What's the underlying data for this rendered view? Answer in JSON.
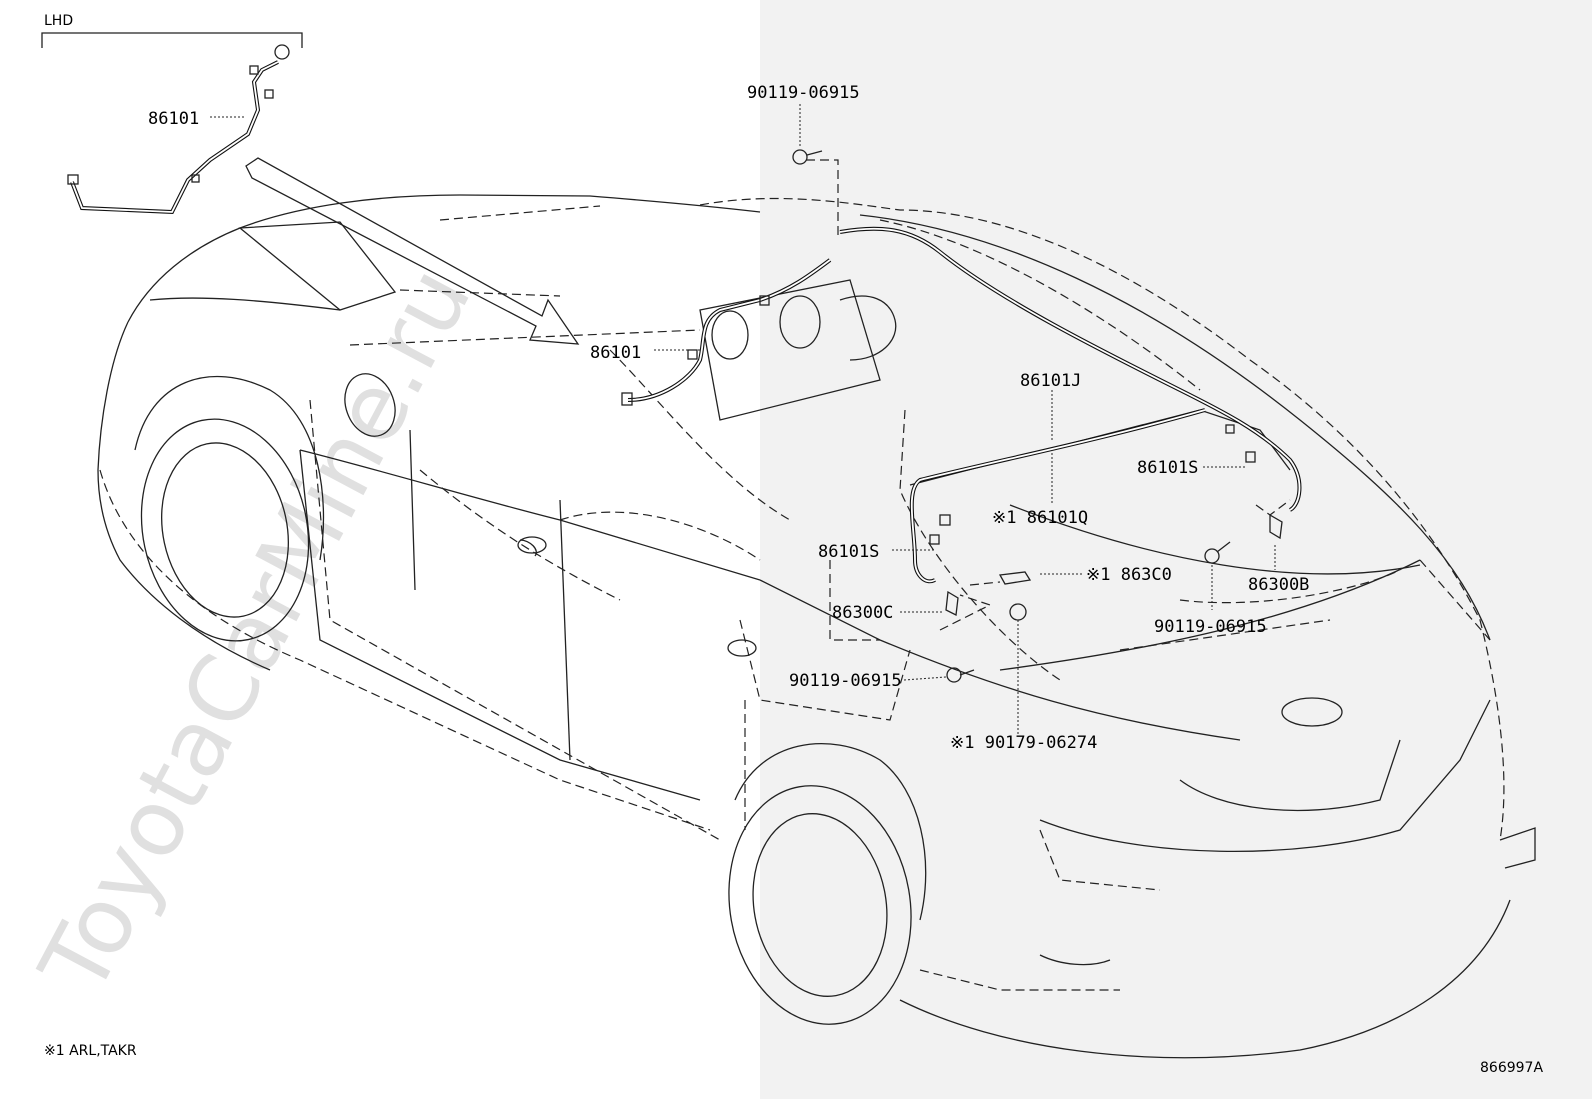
{
  "diagram": {
    "variant_label": "LHD",
    "watermark": "ToyotaCarMine.ru",
    "footnote": "※1 ARL,TAKR",
    "figure_id": "866997A",
    "callouts": [
      {
        "id": "c1",
        "text": "86101"
      },
      {
        "id": "c2",
        "text": "90119-06915"
      },
      {
        "id": "c3",
        "text": "86101"
      },
      {
        "id": "c4",
        "text": "86101J"
      },
      {
        "id": "c5",
        "text": "86101S"
      },
      {
        "id": "c6",
        "text": "※1 86101Q"
      },
      {
        "id": "c7",
        "text": "86101S"
      },
      {
        "id": "c8",
        "text": "※1 863C0"
      },
      {
        "id": "c9",
        "text": "86300B"
      },
      {
        "id": "c10",
        "text": "86300C"
      },
      {
        "id": "c11",
        "text": "90119-06915"
      },
      {
        "id": "c12",
        "text": "90119-06915"
      },
      {
        "id": "c13",
        "text": "※1 90179-06274"
      }
    ]
  }
}
